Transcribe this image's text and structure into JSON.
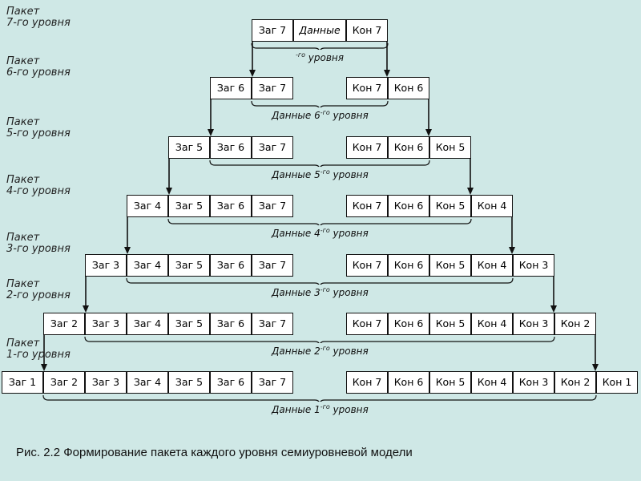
{
  "levels": [
    {
      "label_line1": "Пакет",
      "label_line2": "7-го уровня",
      "headers": [
        "Заг 7"
      ],
      "middle": "Данные",
      "trailers": [
        "Кон 7"
      ],
      "brace_prefix": "",
      "brace_sup": "-го",
      "brace_suffix": " уровня"
    },
    {
      "label_line1": "Пакет",
      "label_line2": "6-го уровня",
      "headers": [
        "Заг 6",
        "Заг 7"
      ],
      "trailers": [
        "Кон 7",
        "Кон 6"
      ],
      "brace_prefix": "Данные 6",
      "brace_sup": "-го",
      "brace_suffix": " уровня"
    },
    {
      "label_line1": "Пакет",
      "label_line2": "5-го уровня",
      "headers": [
        "Заг 5",
        "Заг 6",
        "Заг 7"
      ],
      "trailers": [
        "Кон 7",
        "Кон 6",
        "Кон 5"
      ],
      "brace_prefix": "Данные 5",
      "brace_sup": "-го",
      "brace_suffix": " уровня"
    },
    {
      "label_line1": "Пакет",
      "label_line2": "4-го уровня",
      "headers": [
        "Заг 4",
        "Заг 5",
        "Заг 6",
        "Заг 7"
      ],
      "trailers": [
        "Кон 7",
        "Кон 6",
        "Кон 5",
        "Кон 4"
      ],
      "brace_prefix": "Данные 4",
      "brace_sup": "-го",
      "brace_suffix": " уровня"
    },
    {
      "label_line1": "Пакет",
      "label_line2": "3-го уровня",
      "headers": [
        "Заг 3",
        "Заг 4",
        "Заг 5",
        "Заг 6",
        "Заг 7"
      ],
      "trailers": [
        "Кон 7",
        "Кон 6",
        "Кон 5",
        "Кон 4",
        "Кон 3"
      ],
      "brace_prefix": "Данные 3",
      "brace_sup": "-го",
      "brace_suffix": " уровня"
    },
    {
      "label_line1": "Пакет",
      "label_line2": "2-го уровня",
      "headers": [
        "Заг 2",
        "Заг 3",
        "Заг 4",
        "Заг 5",
        "Заг 6",
        "Заг 7"
      ],
      "trailers": [
        "Кон 7",
        "Кон 6",
        "Кон 5",
        "Кон 4",
        "Кон 3",
        "Кон 2"
      ],
      "brace_prefix": "Данные 2",
      "brace_sup": "-го",
      "brace_suffix": " уровня"
    },
    {
      "label_line1": "Пакет",
      "label_line2": "1-го уровня",
      "headers": [
        "Заг 1",
        "Заг 2",
        "Заг 3",
        "Заг 4",
        "Заг 5",
        "Заг 6",
        "Заг 7"
      ],
      "trailers": [
        "Кон 7",
        "Кон 6",
        "Кон 5",
        "Кон 4",
        "Кон 3",
        "Кон 2",
        "Кон 1"
      ],
      "brace_prefix": "Данные 1",
      "brace_sup": "-го",
      "brace_suffix": " уровня"
    }
  ],
  "caption": "Рис. 2.2 Формирование пакета каждого уровня семиуровневой модели"
}
